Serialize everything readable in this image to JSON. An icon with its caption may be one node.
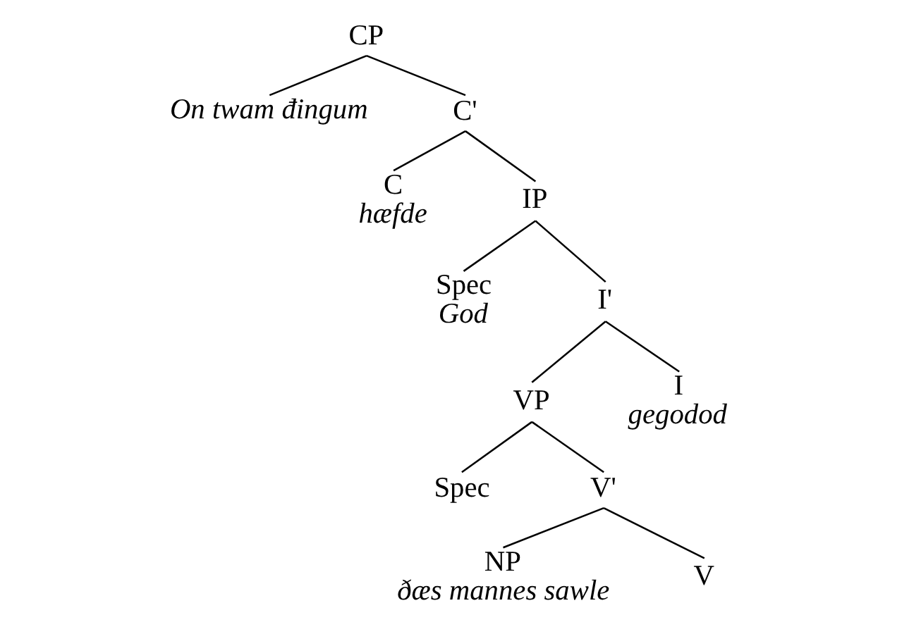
{
  "diagram": {
    "nodes": [
      {
        "text": [
          "CP"
        ]
      },
      {
        "text": [
          "On twam đingum"
        ]
      },
      {
        "text": [
          "C'"
        ]
      },
      {
        "text": [
          "C",
          "hæfde"
        ]
      },
      {
        "text": [
          "IP"
        ]
      },
      {
        "text": [
          "Spec",
          "God"
        ]
      },
      {
        "text": [
          "I'"
        ]
      },
      {
        "text": [
          "VP"
        ]
      },
      {
        "text": [
          "I",
          "gegodod"
        ]
      },
      {
        "text": [
          "Spec"
        ]
      },
      {
        "text": [
          "V'"
        ]
      },
      {
        "text": [
          "NP",
          "ðæs mannes sawle"
        ]
      },
      {
        "text": [
          "V"
        ]
      }
    ],
    "edges": [
      {
        "from": 0,
        "to": 1,
        "arrow": "none"
      },
      {
        "from": 0,
        "to": 2,
        "arrow": "none"
      },
      {
        "from": 2,
        "to": 3,
        "arrow": "none"
      },
      {
        "from": 2,
        "to": 4,
        "arrow": "none"
      },
      {
        "from": 4,
        "to": 5,
        "arrow": "none"
      },
      {
        "from": 4,
        "to": 6,
        "arrow": "none"
      },
      {
        "from": 6,
        "to": 7,
        "arrow": "none"
      },
      {
        "from": 6,
        "to": 8,
        "arrow": "none"
      },
      {
        "from": 7,
        "to": 9,
        "arrow": "none"
      },
      {
        "from": 7,
        "to": 10,
        "arrow": "none"
      },
      {
        "from": 10,
        "to": 11,
        "arrow": "none"
      },
      {
        "from": 10,
        "to": 12,
        "arrow": "none"
      }
    ]
  }
}
